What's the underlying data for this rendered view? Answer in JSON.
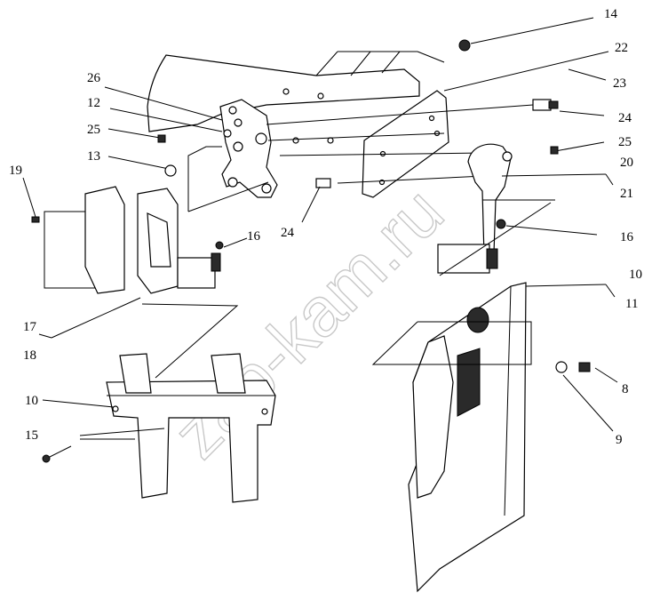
{
  "labels": {
    "l14": "14",
    "l22": "22",
    "l23": "23",
    "l26": "26",
    "l12": "12",
    "l25a": "25",
    "l13": "13",
    "l19": "19",
    "l24a": "24",
    "l24b": "24",
    "l25b": "25",
    "l20": "20",
    "l21": "21",
    "l16a": "16",
    "l16b": "16",
    "l17": "17",
    "l18": "18",
    "l10a": "10",
    "l11": "11",
    "l10b": "10",
    "l15": "15",
    "l8": "8",
    "l9": "9"
  },
  "watermark": "zap-kam.ru"
}
